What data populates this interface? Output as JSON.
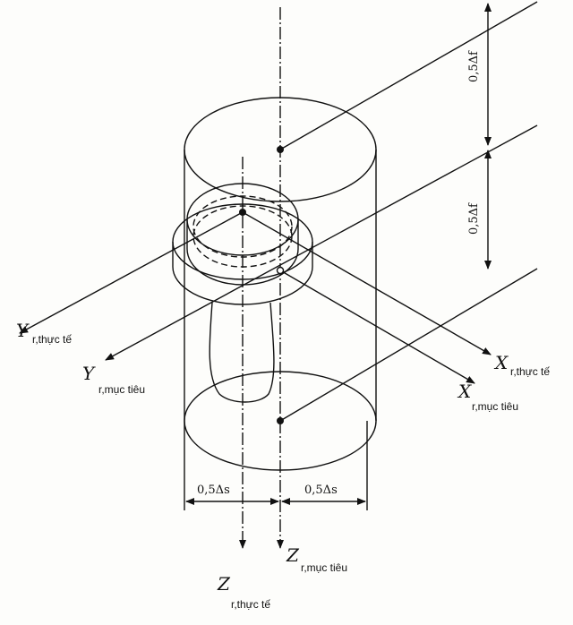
{
  "labels": {
    "y_actual": {
      "main": "Y",
      "sub": "r,thực tế"
    },
    "y_target": {
      "main": "Y",
      "sub": "r,mục tiêu"
    },
    "x_actual": {
      "main": "X",
      "sub": "r,thực tế"
    },
    "x_target": {
      "main": "X",
      "sub": "r,mục tiêu"
    },
    "z_actual": {
      "main": "Z",
      "sub": "r,thực tế"
    },
    "z_target": {
      "main": "Z",
      "sub": "r,mục tiêu"
    }
  },
  "dimensions": {
    "top_f": "0,5Δf",
    "lower_f": "0,5Δf",
    "left_s": "0,5Δs",
    "right_s": "0,5Δs"
  }
}
